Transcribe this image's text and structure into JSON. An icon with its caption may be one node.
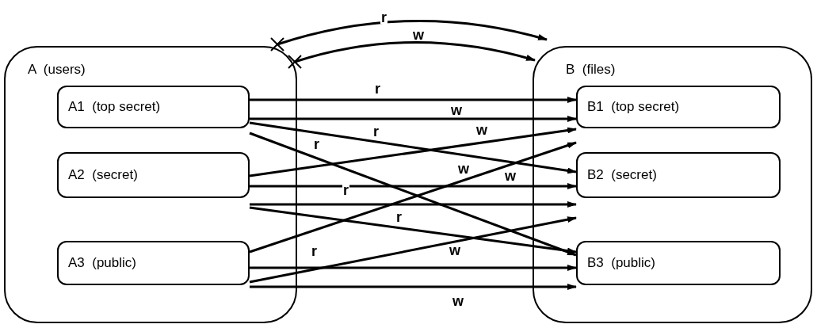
{
  "diagram": {
    "nodes": [
      {
        "text": [
          "A  (users)"
        ]
      },
      {
        "text": [
          "A1  (top secret)"
        ],
        "in": 0
      },
      {
        "text": [
          "A2  (secret)"
        ],
        "in": 0
      },
      {
        "text": [
          "A3  (public)"
        ],
        "in": 0
      },
      {
        "text": [
          "B  (files)"
        ]
      },
      {
        "text": [
          "B1  (top secret)"
        ],
        "in": 4
      },
      {
        "text": [
          "B2  (secret)"
        ],
        "in": 4
      },
      {
        "text": [
          "B3  (public)"
        ],
        "in": 4
      }
    ],
    "edges": [
      {
        "from": 0,
        "to": 4,
        "arrow": "to",
        "label": "r"
      },
      {
        "from": 0,
        "to": 4,
        "arrow": "to",
        "label": "w"
      },
      {
        "from": 1,
        "to": 5,
        "arrow": "to",
        "label": "r"
      },
      {
        "from": 1,
        "to": 5,
        "arrow": "to",
        "label": "w"
      },
      {
        "from": 1,
        "to": 6,
        "arrow": "to",
        "label": "r"
      },
      {
        "from": 1,
        "to": 7,
        "arrow": "to",
        "label": "r"
      },
      {
        "from": 2,
        "to": 5,
        "arrow": "to",
        "label": "w"
      },
      {
        "from": 2,
        "to": 6,
        "arrow": "to",
        "label": "w"
      },
      {
        "from": 2,
        "to": 6,
        "arrow": "to",
        "label": "r"
      },
      {
        "from": 2,
        "to": 7,
        "arrow": "to",
        "label": "r"
      },
      {
        "from": 3,
        "to": 5,
        "arrow": "to",
        "label": "w"
      },
      {
        "from": 3,
        "to": 6,
        "arrow": "to",
        "label": "w"
      },
      {
        "from": 3,
        "to": 7,
        "arrow": "to",
        "label": "r"
      },
      {
        "from": 3,
        "to": 7,
        "arrow": "to",
        "label": "w"
      }
    ]
  }
}
